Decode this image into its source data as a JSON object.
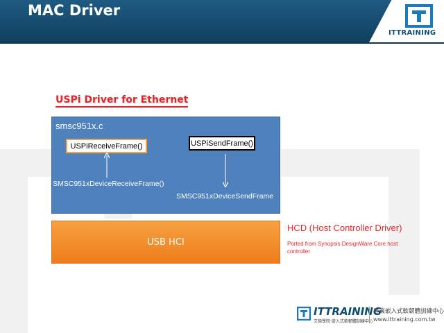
{
  "header": {
    "title": "MAC Driver",
    "logo_text": "ITTRAINING"
  },
  "section": {
    "title": "USPi Driver for Ethernet"
  },
  "driver_box": {
    "file_name": "smsc951x.c",
    "receive_fn": "USPiReceiveFrame()",
    "send_fn": "USPiSendFrame()",
    "receive_label": "SMSC951xDeviceReceiveFrame()",
    "send_label": "SMSC951xDeviceSendFrame"
  },
  "hci_box": {
    "label": "USB HCI"
  },
  "hcd": {
    "title": "HCD (Host Controller Driver)",
    "note": "Ported from Synopsis DesignWare Core host controller"
  },
  "footer": {
    "brand": "ITTRAINING",
    "sub": "艾鍗學院‧嵌入式軟韌體訓練中心",
    "cn_line": "專業嵌入式軟韌體訓練中心",
    "url": "www.ittraining.com.tw"
  },
  "colors": {
    "header_bg": "#15496d",
    "accent_red": "#e8242a",
    "driver_box": "#4f81bd",
    "hci_box": "#f39130"
  }
}
